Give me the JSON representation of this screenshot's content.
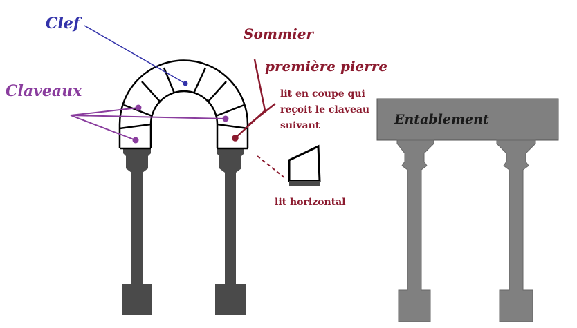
{
  "labels": {
    "clef": "Clef",
    "claveaux": "Claveaux",
    "sommier": "Sommier",
    "premiere_pierre": "première pierre",
    "lit_coupe_line1": "lit en coupe qui",
    "lit_coupe_line2": "reçoit le claveau",
    "lit_coupe_line3": "suivant",
    "lit_horizontal": "lit horizontal",
    "entablement": "Entablement"
  },
  "colors": {
    "clef": "#3333aa",
    "claveaux": "#8a3d9e",
    "sommier": "#8b1a2e",
    "column_dark": "#4a4a4a",
    "column_gray": "#808080",
    "text_dark": "#1a1a1a"
  }
}
